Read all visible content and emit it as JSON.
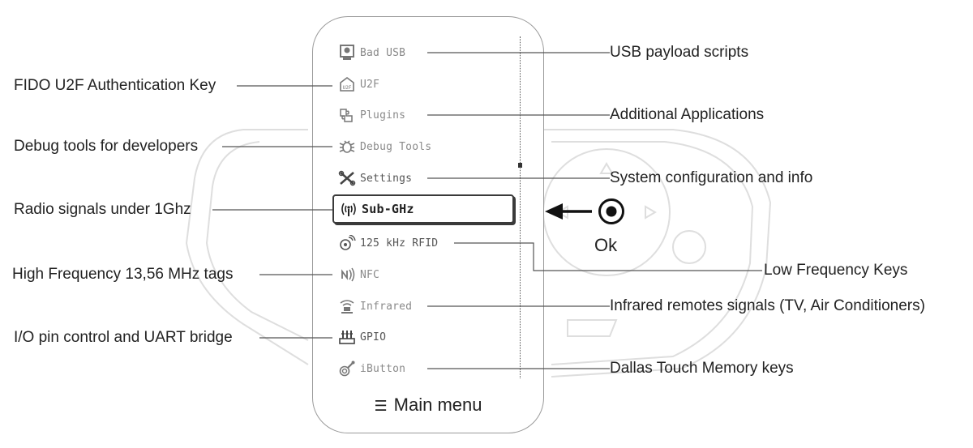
{
  "menu": {
    "title": "Main menu",
    "title_icon": "hamburger-icon",
    "items": [
      {
        "label": "Bad USB",
        "icon": "skull-computer-icon"
      },
      {
        "label": "U2F",
        "icon": "u2f-key-icon"
      },
      {
        "label": "Plugins",
        "icon": "puzzle-icon"
      },
      {
        "label": "Debug Tools",
        "icon": "bug-icon"
      },
      {
        "label": "Settings",
        "icon": "wrench-screwdriver-icon"
      },
      {
        "label": "Sub-GHz",
        "icon": "antenna-icon",
        "selected": true
      },
      {
        "label": "125 kHz RFID",
        "icon": "rfid-tag-icon"
      },
      {
        "label": "NFC",
        "icon": "nfc-icon"
      },
      {
        "label": "Infrared",
        "icon": "infrared-icon"
      },
      {
        "label": "GPIO",
        "icon": "gpio-icon"
      },
      {
        "label": "iButton",
        "icon": "ibutton-key-icon"
      }
    ]
  },
  "controls": {
    "ok_label": "Ok"
  },
  "annotations": {
    "bad_usb": "USB payload scripts",
    "u2f": "FIDO U2F Authentication Key",
    "plugins": "Additional Applications",
    "debug": "Debug tools for developers",
    "settings": "System configuration and info",
    "subghz": "Radio signals under 1Ghz",
    "rfid": "Low Frequency Keys",
    "nfc": "High Frequency 13,56 MHz tags",
    "infrared": "Infrared remotes signals (TV, Air Conditioners)",
    "gpio": "I/O pin control and UART bridge",
    "ibutton": "Dallas Touch Memory keys"
  },
  "colors": {
    "line": "#555555",
    "text": "#222222",
    "muted": "#8a8a8a",
    "device_outline": "#d8d8d8"
  }
}
